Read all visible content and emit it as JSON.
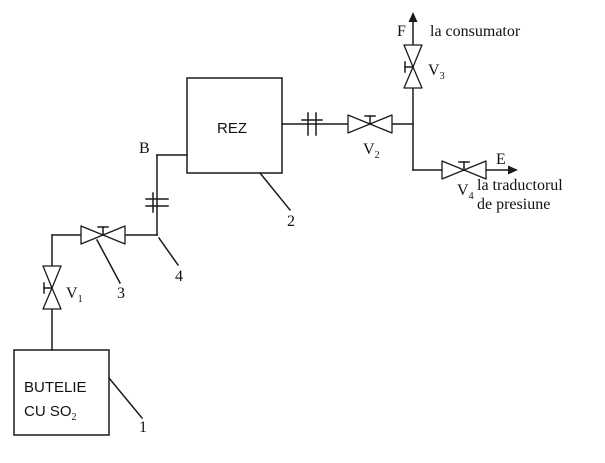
{
  "cylinder": {
    "line1": "BUTELIE",
    "line2_main": "CU SO",
    "line2_sub": "2"
  },
  "tank": {
    "label": "REZ"
  },
  "valves": [
    {
      "letter": "V",
      "sub": "1"
    },
    {
      "letter": "V",
      "sub": "2"
    },
    {
      "letter": "V",
      "sub": "3"
    },
    {
      "letter": "V",
      "sub": "4"
    }
  ],
  "points": {
    "b": "B",
    "f": "F",
    "e": "E"
  },
  "callouts": [
    "1",
    "2",
    "3",
    "4"
  ],
  "outlets": {
    "consumer": "la consumator",
    "transducer_line1": "la traductorul",
    "transducer_line2": "de presiune"
  }
}
